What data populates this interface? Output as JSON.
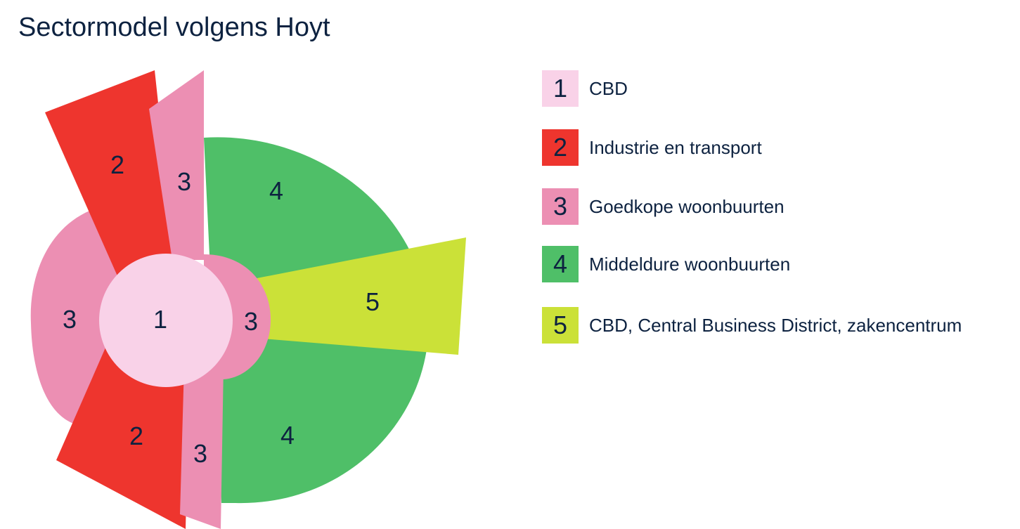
{
  "title": "Sectormodel volgens Hoyt",
  "colors": {
    "cbd": "#f9d2e8",
    "industrie": "#ee352e",
    "goedkoop": "#ec8fb3",
    "middelduur": "#4fbf68",
    "zakencentrum": "#cbe138",
    "text": "#0d2240"
  },
  "zones": {
    "cbd": "1",
    "industrie_top": "2",
    "industrie_bottom": "2",
    "goedkoop_top": "3",
    "goedkoop_left": "3",
    "goedkoop_right": "3",
    "goedkoop_bottom": "3",
    "middelduur_top": "4",
    "middelduur_bottom": "4",
    "zakencentrum": "5"
  },
  "legend": [
    {
      "number": "1",
      "label": "CBD",
      "color": "#f9d2e8"
    },
    {
      "number": "2",
      "label": "Industrie en transport",
      "color": "#ee352e"
    },
    {
      "number": "3",
      "label": "Goedkope woonbuurten",
      "color": "#ec8fb3"
    },
    {
      "number": "4",
      "label": "Middeldure woonbuurten",
      "color": "#4fbf68"
    },
    {
      "number": "5",
      "label": "CBD, Central Business District, zakencentrum",
      "color": "#cbe138"
    }
  ]
}
